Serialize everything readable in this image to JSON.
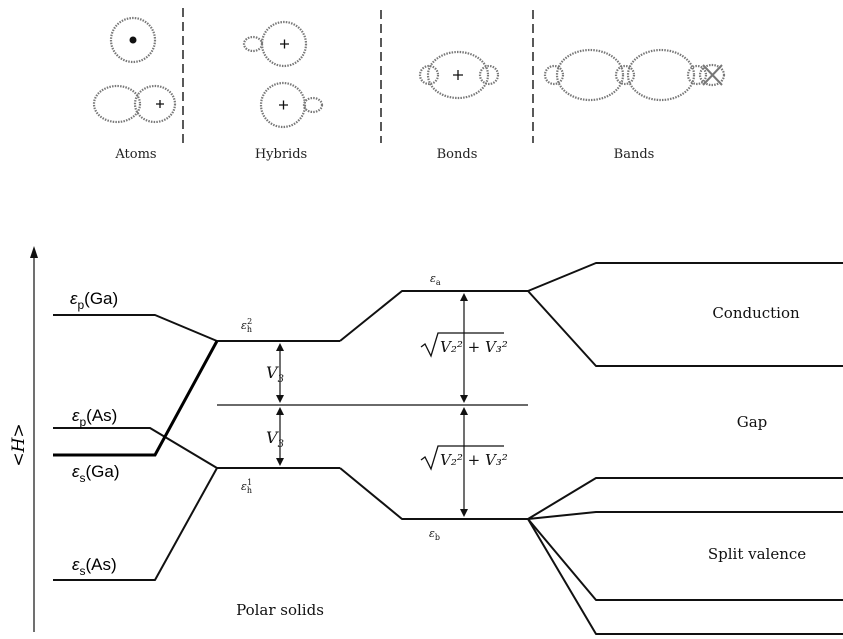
{
  "top_panel": {
    "captions": {
      "atoms": "Atoms",
      "hybrids": "Hybrids",
      "bonds": "Bonds",
      "bands": "Bands"
    }
  },
  "axis": {
    "label": "<H>"
  },
  "levels": {
    "ep_ga_sym": "ε",
    "ep_ga_sub": "p",
    "ep_ga_name": "(Ga)",
    "ep_as_sym": "ε",
    "ep_as_sub": "p",
    "ep_as_name": "(As)",
    "es_ga_sym": "ε",
    "es_ga_sub": "s",
    "es_ga_name": "(Ga)",
    "es_as_sym": "ε",
    "es_as_sub": "s",
    "es_as_name": "(As)",
    "eh2_sym": "ε",
    "eh2_sub": "h",
    "eh2_sup": "2",
    "eh1_sym": "ε",
    "eh1_sub": "h",
    "eh1_sup": "1",
    "ea_sym": "ε",
    "ea_sub": "a",
    "eb_sym": "ε",
    "eb_sub": "b"
  },
  "gaps": {
    "v3_upper": "V",
    "v3_upper_sub": "3",
    "v3_lower": "V",
    "v3_lower_sub": "3",
    "formula_upper": "V₂² + V₃²",
    "formula_lower": "V₂² + V₃²"
  },
  "regions": {
    "conduction": "Conduction",
    "gap": "Gap",
    "split_valence": "Split valence",
    "polar_solids": "Polar solids"
  }
}
